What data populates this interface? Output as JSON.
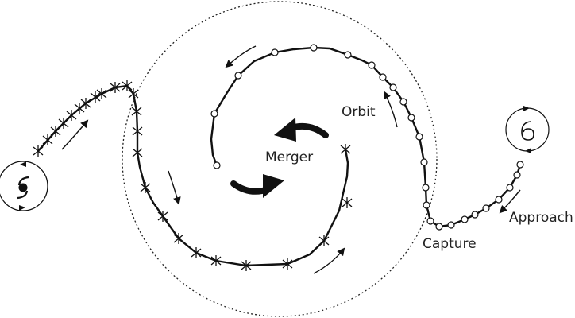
{
  "labels": {
    "orbit": "Orbit",
    "merger": "Merger",
    "capture": "Capture",
    "approach": "Approach"
  },
  "icons": {
    "left_vortex": "cyclone-icon",
    "right_vortex": "spiral-six-icon",
    "merger_rotation": "curved-arrow-icon"
  },
  "colors": {
    "ink": "#111111",
    "text": "#222222",
    "background": "#ffffff"
  }
}
